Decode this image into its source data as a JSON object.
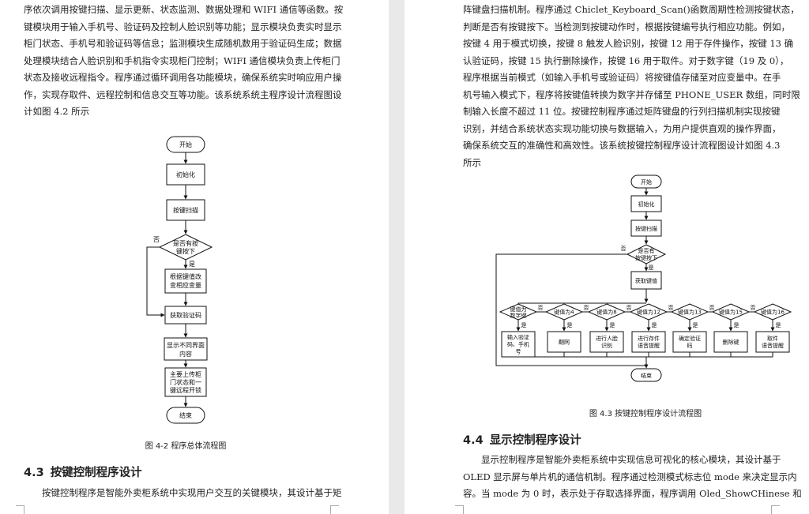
{
  "left_page": {
    "intro_lines": [
      "序依次调用按键扫描、显示更新、状态监测、数据处理和 WIFI 通信等函数。按",
      "键模块用于输入手机号、验证码及控制人脸识别等功能；显示模块负责实时显示",
      "柜门状态、手机号和验证码等信息；监测模块生成随机数用于验证码生成；数据",
      "处理模块结合人脸识别和手机指令实现柜门控制；WIFI 通信模块负责上传柜门",
      "状态及接收远程指令。程序通过循环调用各功能模块，确保系统实时响应用户操",
      "作，实现存取件、远程控制和信息交互等功能。该系统系统主程序设计流程图设",
      "计如图 4.2 所示"
    ],
    "flow": {
      "start": "开始",
      "init": "初始化",
      "scan": "按键扫描",
      "decision": [
        "是否有按",
        "键按下"
      ],
      "no": "否",
      "yes": "是",
      "change": [
        "根据键值改",
        "变相应变量"
      ],
      "code": "获取验证码",
      "display": [
        "显示不同界面",
        "内容"
      ],
      "upload": [
        "主要上传柜",
        "门状态和一",
        "键远程开锁"
      ],
      "end": "结束"
    },
    "caption": "图 4-2  程序总体流程图",
    "section_number": "4.3",
    "section_title": "按键控制程序设计",
    "bottom_line": "按键控制程序是智能外卖柜系统中实现用户交互的关键模块，其设计基于矩"
  },
  "right_page": {
    "intro_lines": [
      "阵键盘扫描机制。程序通过 Chiclet_Keyboard_Scan()函数周期性检测按键状态，",
      "判断是否有按键按下。当检测到按键动作时，根据按键编号执行相应功能。例如，",
      "按键 4 用于模式切换，按键 8 触发人脸识别，按键 12 用于存件操作，按键 13 确",
      "认验证码，按键 15 执行删除操作，按键 16 用于取件。对于数字键（19 及 0），",
      "程序根据当前模式（如输入手机号或验证码）将按键值存储至对应变量中。在手",
      "机号输入模式下，程序将按键值转换为数字并存储至 PHONE_USER 数组，同时限",
      "制输入长度不超过 11 位。按键控制程序通过矩阵键盘的行列扫描机制实现按键",
      "识别，并结合系统状态实现功能切换与数据输入，为用户提供直观的操作界面，",
      "确保系统交互的准确性和高效性。该系统按键控制程序设计流程图设计如图 4.3",
      "所示"
    ],
    "flow": {
      "start": "开始",
      "init": "初始化",
      "scan": "按键扫描",
      "decision": [
        "是否有",
        "按键按下"
      ],
      "no": "否",
      "yes": "是",
      "get_key": "获取键值",
      "conditions": [
        [
          "键值为",
          "数字键"
        ],
        [
          "键值为4"
        ],
        [
          "键值为8"
        ],
        [
          "键值为12"
        ],
        [
          "键值为13"
        ],
        [
          "键值为15"
        ],
        [
          "键值为16"
        ]
      ],
      "actions": [
        [
          "输入验证",
          "码、手机",
          "号"
        ],
        [
          "翻网"
        ],
        [
          "进行人脸",
          "识别"
        ],
        [
          "进行存件",
          "语音提醒"
        ],
        [
          "确定验证",
          "码"
        ],
        [
          "删除键"
        ],
        [
          "取件",
          "语音提醒"
        ]
      ],
      "end": "结束"
    },
    "caption": "图 4.3 按键控制程序设计流程图",
    "section_number": "4.4",
    "section_title": "显示控制程序设计",
    "bottom_lines": [
      "显示控制程序是智能外卖柜系统中实现信息可视化的核心模块，其设计基于",
      "OLED 显示屏与单片机的通信机制。程序通过检测模式标志位 mode 来决定显示内",
      "容。当 mode 为 0 时，表示处于存取选择界面，程序调用 Oled_ShowCHinese 和"
    ]
  }
}
